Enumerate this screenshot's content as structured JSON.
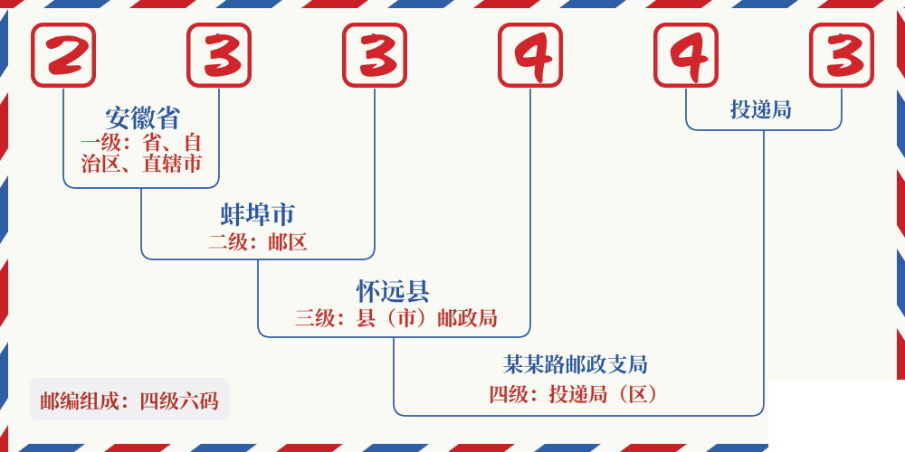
{
  "postal_code": {
    "value": "233443",
    "digits": [
      "2",
      "3",
      "3",
      "4",
      "4",
      "3"
    ]
  },
  "levels": [
    {
      "name": "安徽省",
      "desc": "一级：省、自治区、直辖市"
    },
    {
      "name": "蚌埠市",
      "desc": "二级：邮区"
    },
    {
      "name": "怀远县",
      "desc": "三级：县（市）邮政局"
    },
    {
      "name": "某某路邮政支局",
      "desc": "四级：投递局（区）"
    },
    {
      "name": "投递局",
      "desc": ""
    }
  ],
  "footer": {
    "label": "邮编组成：四级六码"
  },
  "colors": {
    "stripe_red": "#cb1f26",
    "stripe_blue": "#2e5ea6",
    "box_red": "#d0252a",
    "line_blue": "#2e5ca6",
    "text_blue": "#2a57a0",
    "text_red": "#c5302a",
    "background": "#fafaf4",
    "pill_background": "#f0eff2",
    "pill_text": "#b23227"
  }
}
